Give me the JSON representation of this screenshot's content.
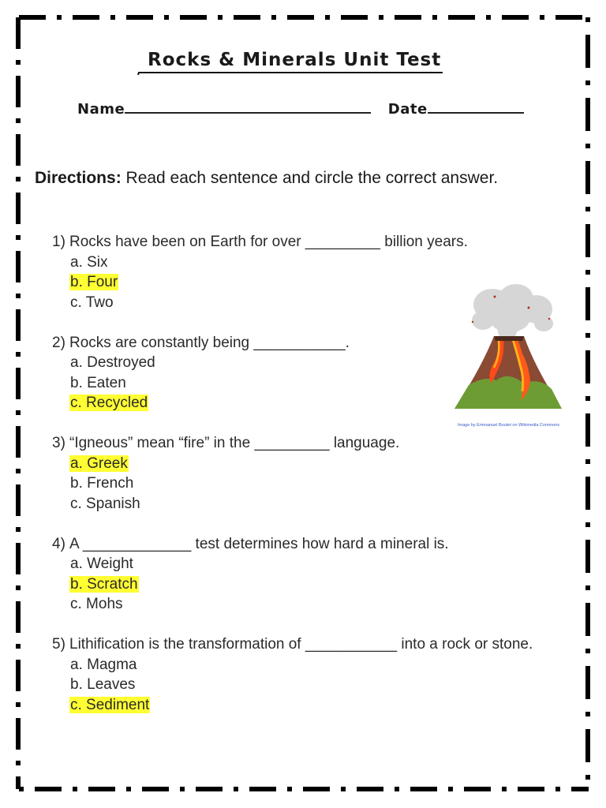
{
  "worksheet": {
    "title": "Rocks & Minerals Unit Test",
    "title_mark": ".",
    "name_label": "Name",
    "date_label": "Date",
    "directions_label": "Directions:",
    "directions_text": " Read each sentence and circle the correct answer.",
    "image_credit": "Image by Emmanuel Boutet on Wikimedia Commons",
    "highlight_color": "#ffff33"
  },
  "questions": [
    {
      "number": "1)",
      "text": "Rocks have been on Earth for over _________ billion years.",
      "choices": [
        {
          "label": "a. Six",
          "highlighted": false
        },
        {
          "label": "b. Four",
          "highlighted": true
        },
        {
          "label": "c. Two",
          "highlighted": false
        }
      ]
    },
    {
      "number": "2)",
      "text": "Rocks are constantly being ___________.",
      "choices": [
        {
          "label": "a. Destroyed",
          "highlighted": false
        },
        {
          "label": "b. Eaten",
          "highlighted": false
        },
        {
          "label": "c. Recycled",
          "highlighted": true
        }
      ]
    },
    {
      "number": "3)",
      "text": "“Igneous” mean “fire” in the _________ language.",
      "choices": [
        {
          "label": "a. Greek",
          "highlighted": true
        },
        {
          "label": "b. French",
          "highlighted": false
        },
        {
          "label": "c. Spanish",
          "highlighted": false
        }
      ]
    },
    {
      "number": "4)",
      "text": "A _____________ test determines how hard a mineral is.",
      "choices": [
        {
          "label": "a. Weight",
          "highlighted": false
        },
        {
          "label": "b. Scratch",
          "highlighted": true
        },
        {
          "label": "c. Mohs",
          "highlighted": false
        }
      ]
    },
    {
      "number": "5)",
      "text": "Lithification is the transformation of ___________ into a rock or stone.",
      "choices": [
        {
          "label": "a. Magma",
          "highlighted": false
        },
        {
          "label": "b. Leaves",
          "highlighted": false
        },
        {
          "label": "c. Sediment",
          "highlighted": true
        }
      ]
    }
  ]
}
